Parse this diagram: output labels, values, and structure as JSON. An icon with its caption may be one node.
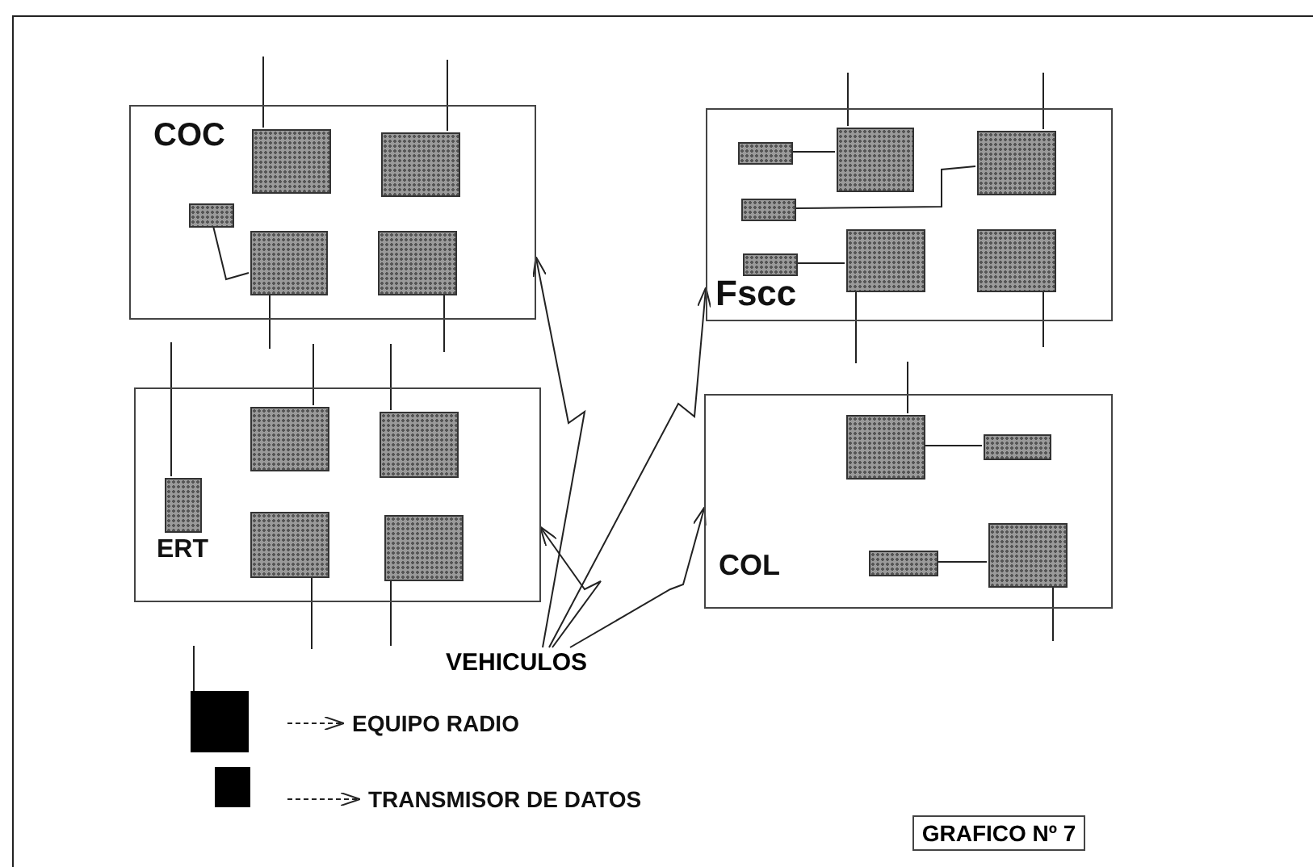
{
  "diagram": {
    "caption": "GRAFICO Nº 7",
    "nodes": [
      {
        "text": [
          "COC"
        ]
      },
      {
        "text": [],
        "shape": "box",
        "in": 0
      },
      {
        "text": [],
        "shape": "box",
        "in": 0
      },
      {
        "text": [],
        "shape": "box",
        "in": 0
      },
      {
        "text": [],
        "shape": "box",
        "in": 0
      },
      {
        "text": [],
        "shape": "box",
        "in": 0
      },
      {
        "text": [
          "Fscc"
        ]
      },
      {
        "text": [],
        "shape": "box",
        "in": 6
      },
      {
        "text": [],
        "shape": "box",
        "in": 6
      },
      {
        "text": [],
        "shape": "box",
        "in": 6
      },
      {
        "text": [],
        "shape": "box",
        "in": 6
      },
      {
        "text": [],
        "shape": "box",
        "in": 6
      },
      {
        "text": [],
        "shape": "box",
        "in": 6
      },
      {
        "text": [],
        "shape": "box",
        "in": 6
      },
      {
        "text": [
          "ERT"
        ]
      },
      {
        "text": [],
        "shape": "box",
        "in": 14
      },
      {
        "text": [],
        "shape": "box",
        "in": 14
      },
      {
        "text": [],
        "shape": "box",
        "in": 14
      },
      {
        "text": [],
        "shape": "box",
        "in": 14
      },
      {
        "text": [],
        "shape": "box",
        "in": 14
      },
      {
        "text": [
          "COL"
        ]
      },
      {
        "text": [],
        "shape": "box",
        "in": 20
      },
      {
        "text": [],
        "shape": "box",
        "in": 20
      },
      {
        "text": [],
        "shape": "box",
        "in": 20
      },
      {
        "text": [],
        "shape": "box",
        "in": 20
      },
      {
        "text": [
          "VEHICULOS"
        ]
      }
    ],
    "edges": [
      {
        "from": 3,
        "to": 4,
        "arrow": "none"
      },
      {
        "from": 7,
        "to": 8,
        "arrow": "none"
      },
      {
        "from": 10,
        "to": 9,
        "arrow": "none"
      },
      {
        "from": 11,
        "to": 12,
        "arrow": "none"
      },
      {
        "from": 21,
        "to": 22,
        "arrow": "none"
      },
      {
        "from": 23,
        "to": 24,
        "arrow": "none"
      },
      {
        "from": 25,
        "to": 0,
        "arrow": "to"
      },
      {
        "from": 25,
        "to": 6,
        "arrow": "to"
      },
      {
        "from": 25,
        "to": 14,
        "arrow": "to"
      },
      {
        "from": 25,
        "to": 20,
        "arrow": "to"
      }
    ],
    "legend": [
      {
        "text": "EQUIPO RADIO",
        "color": "#000000"
      },
      {
        "text": "TRANSMISOR DE DATOS",
        "color": "#000000"
      }
    ]
  }
}
